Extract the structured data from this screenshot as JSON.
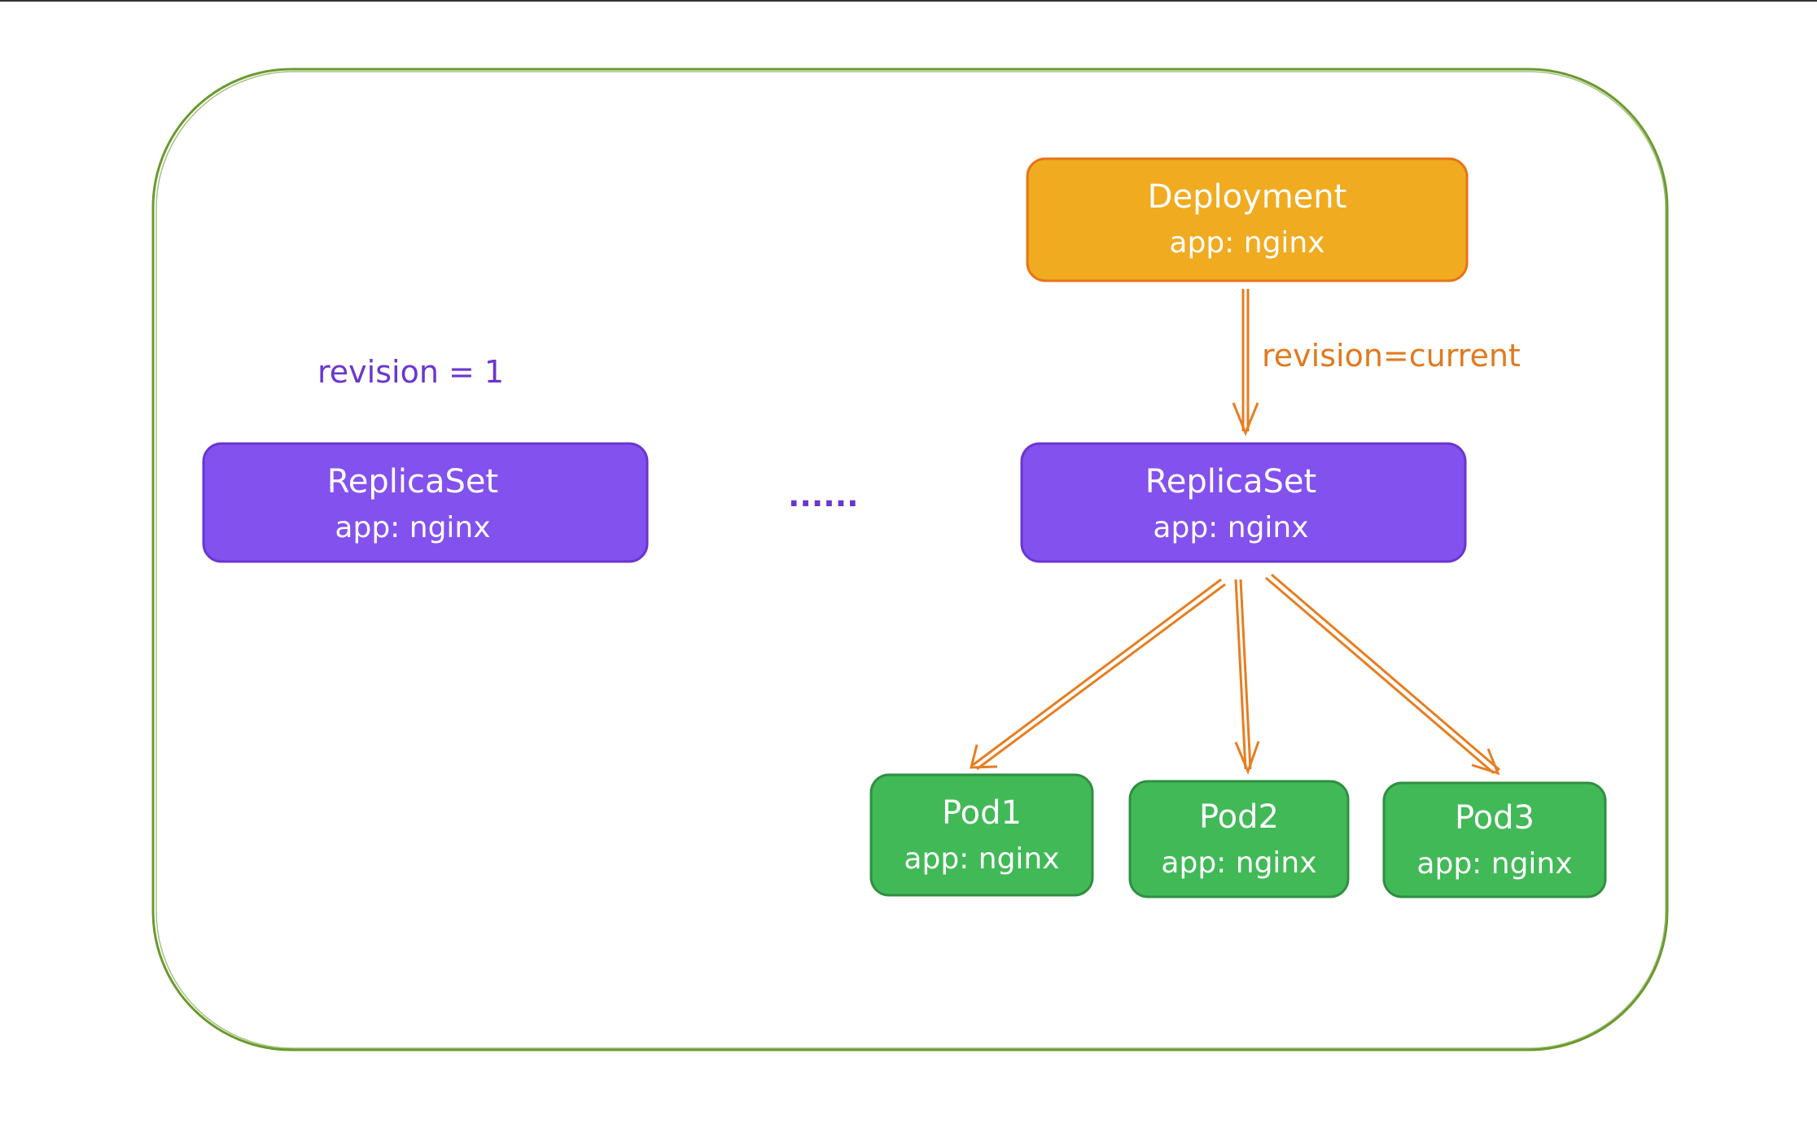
{
  "colors": {
    "frame": "#6a9a2e",
    "deployment": "#f0ab21",
    "deployment_stroke": "#e8731a",
    "replicaset": "#8351ed",
    "replicaset_stroke": "#6a36cf",
    "pod": "#41b957",
    "pod_stroke": "#2f8f41",
    "arrow": "#e67e22",
    "revision_text": "#6a36cf",
    "revision_current_text": "#e07a1f"
  },
  "deployment": {
    "title": "Deployment",
    "label": "app: nginx"
  },
  "old_replicaset": {
    "title": "ReplicaSet",
    "label": "app: nginx",
    "revision": "revision = 1"
  },
  "ellipsis": "......",
  "current_replicaset": {
    "title": "ReplicaSet",
    "label": "app: nginx"
  },
  "edge_label": "revision=current",
  "pods": [
    {
      "title": "Pod1",
      "label": "app: nginx"
    },
    {
      "title": "Pod2",
      "label": "app: nginx"
    },
    {
      "title": "Pod3",
      "label": "app: nginx"
    }
  ]
}
